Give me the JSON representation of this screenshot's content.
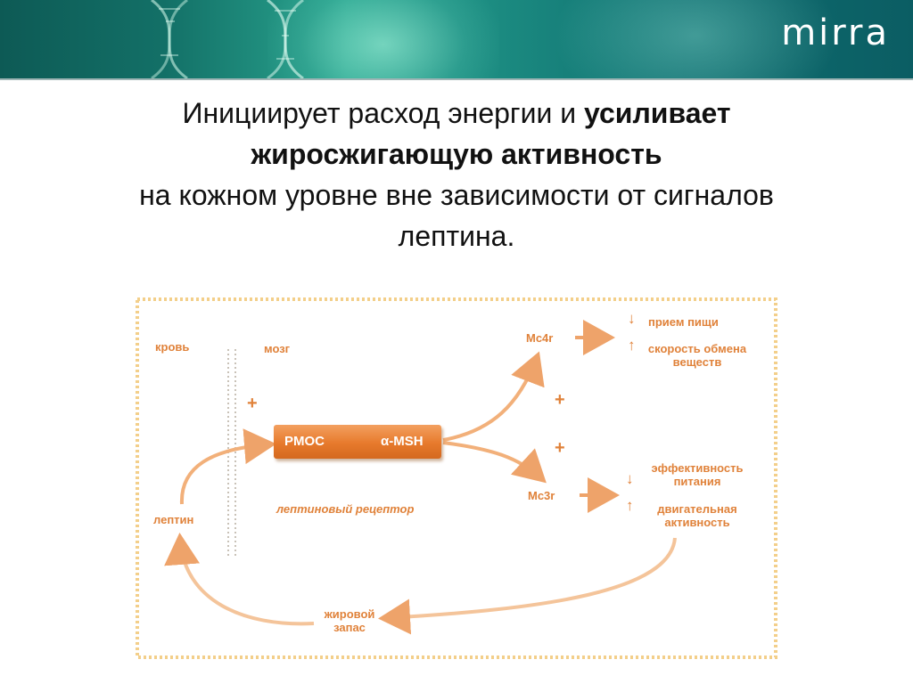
{
  "header": {
    "logo": "mirra",
    "colors": {
      "banner": "#137067",
      "accent": "#e0823a"
    }
  },
  "heading": {
    "line1_regular": "Инициирует расход энергии и ",
    "line1_bold": "усиливает",
    "line2_bold": "жиросжигающую активность",
    "line3": "на кожном уровне вне зависимости от сигналов",
    "line4": "лептина."
  },
  "diagram": {
    "blood": "кровь",
    "brain": "мозг",
    "plus": "+",
    "pmoc": "PMOC",
    "amsh": "α-MSH",
    "leptin_receptor": "лептиновый рецептор",
    "leptin": "лептин",
    "fat_store_1": "жировой",
    "fat_store_2": "запас",
    "mc4r": "Mc4r",
    "mc3r": "Mc3r",
    "down_arrow": "↓",
    "up_arrow": "↑",
    "food_intake": "прием пищи",
    "metabolic_rate_1": "скорость обмена",
    "metabolic_rate_2": "веществ",
    "efficiency_1": "эффективность",
    "efficiency_2": "питания",
    "motor_1": "двигательная",
    "motor_2": "активность"
  }
}
